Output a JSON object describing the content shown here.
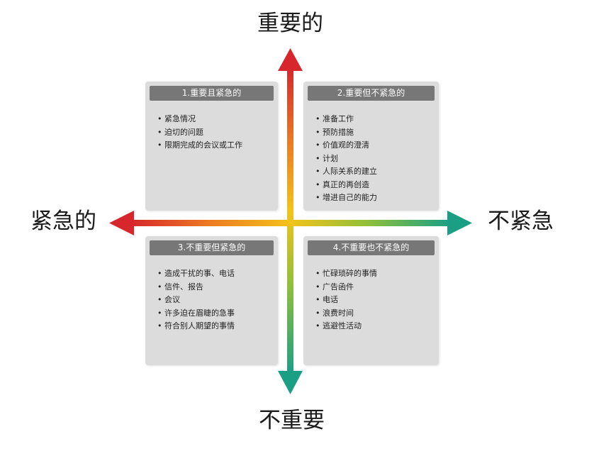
{
  "axis_labels": {
    "top": "重要的",
    "bottom": "不重要",
    "left": "紧急的",
    "right": "不紧急"
  },
  "colors": {
    "important_urgent": "#d7262c",
    "center": "#f3c319",
    "not_important_not_urgent": "#1a9f85",
    "box": "#dcdcdc",
    "title_bar": "#777777"
  },
  "quadrants": [
    {
      "title": "1.重要且紧急的",
      "items": [
        "紧急情况",
        "迫切的问题",
        "限期完成的会议或工作"
      ]
    },
    {
      "title": "2.重要但不紧急的",
      "items": [
        "准备工作",
        "预防措施",
        "价值观的澄清",
        "计划",
        "人际关系的建立",
        "真正的再创造",
        "增进自己的能力"
      ]
    },
    {
      "title": "3.不重要但紧急的",
      "items": [
        "造成干扰的事、电话",
        "信件、报告",
        "会议",
        "许多迫在眉睫的急事",
        "符合别人期望的事情"
      ]
    },
    {
      "title": "4.不重要也不紧急的",
      "items": [
        "忙碌琐碎的事情",
        "广告函件",
        "电话",
        "浪费时间",
        "逃避性活动"
      ]
    }
  ]
}
